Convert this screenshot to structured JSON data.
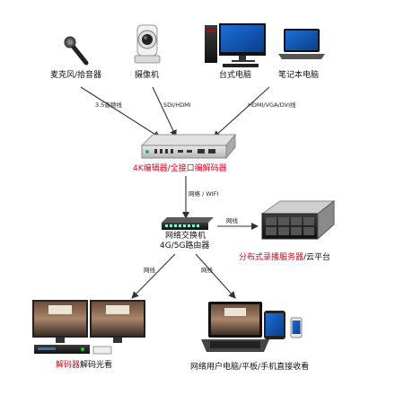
{
  "sources": {
    "microphone": "麦克风/拾音器",
    "camera": "摄像机",
    "desktop": "台式电脑",
    "laptop": "笔记本电脑"
  },
  "links": {
    "audio": "3.5音频线",
    "sdi": "SDI/HDMI",
    "hdmi": "HDMI/VGA/DVI线",
    "network_wifi": "网络 / WIFI",
    "to_server": "网线",
    "to_decoder": "网线",
    "to_users": "网线"
  },
  "encoder": {
    "label": "4K编辑器/全接口编解码器"
  },
  "switch": {
    "line1": "网络交换机",
    "line2": "4G/5G路由器"
  },
  "server": {
    "label_red": "分布式录播服务器",
    "label_rest": "/云平台"
  },
  "decoder": {
    "label_red": "解码器",
    "label_rest": "解码光看"
  },
  "users": {
    "label": "网络用户电脑/平板/手机直接收看"
  },
  "colors": {
    "accent_red": "#e3001b",
    "arrow": "#333333"
  }
}
